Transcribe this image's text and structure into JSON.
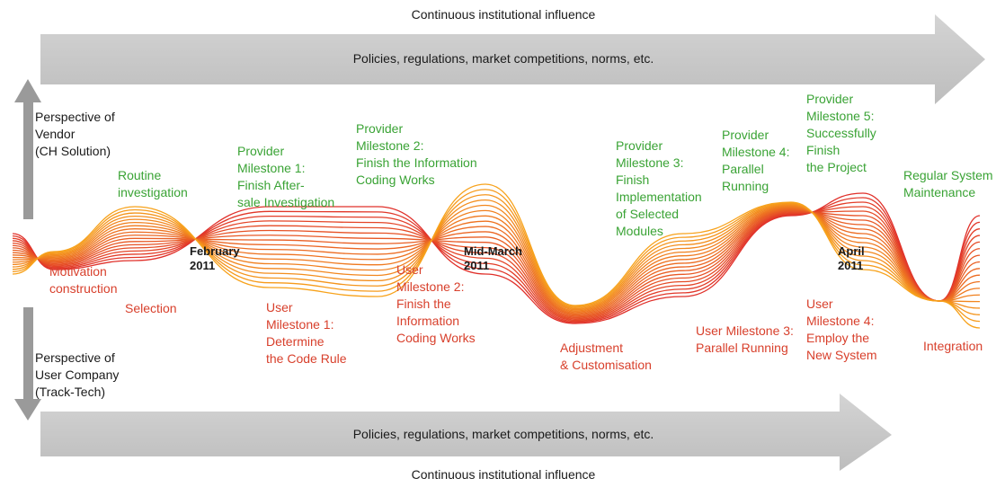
{
  "top": {
    "influence": "Continuous institutional influence",
    "arrow_text": "Policies, regulations, market competitions, norms, etc."
  },
  "bottom": {
    "influence": "Continuous institutional influence",
    "arrow_text": "Policies, regulations, market competitions, norms, etc."
  },
  "perspectives": {
    "vendor": "Perspective of\nVendor\n(CH Solution)",
    "user": "Perspective of\nUser Company\n(Track-Tech)"
  },
  "dates": {
    "february": "February\n2011",
    "mid_march": "Mid-March\n2011",
    "april": "April\n2011"
  },
  "provider": {
    "routine": "Routine\ninvestigation",
    "m1": "Provider\nMilestone 1:\nFinish After-\nsale Investigation",
    "m2": "Provider\nMilestone 2:\nFinish the Information\nCoding Works",
    "m3": "Provider\nMilestone 3:\nFinish\nImplementation\nof Selected\nModules",
    "m4": "Provider\nMilestone 4:\nParallel\nRunning",
    "m5": "Provider\nMilestone 5:\nSuccessfully\nFinish\nthe Project",
    "maintenance": "Regular System\nMaintenance"
  },
  "user": {
    "motivation": "Motivation\nconstruction",
    "selection": "Selection",
    "m1": "User\nMilestone 1:\nDetermine\nthe Code Rule",
    "m2": "User\nMilestone 2:\nFinish the\nInformation\nCoding Works",
    "adjustment": "Adjustment\n& Customisation",
    "m3": "User Milestone 3:\nParallel Running",
    "m4": "User\nMilestone 4:\nEmploy the\nNew System",
    "integration": "Integration"
  },
  "colors": {
    "arrow_fill": "#c6c6c6",
    "vertical_arrow": "#9a9a9a",
    "provider_text": "#3aa335",
    "user_text": "#d8402c",
    "wave_red": "#e0302a",
    "wave_orange": "#f7a21b"
  }
}
